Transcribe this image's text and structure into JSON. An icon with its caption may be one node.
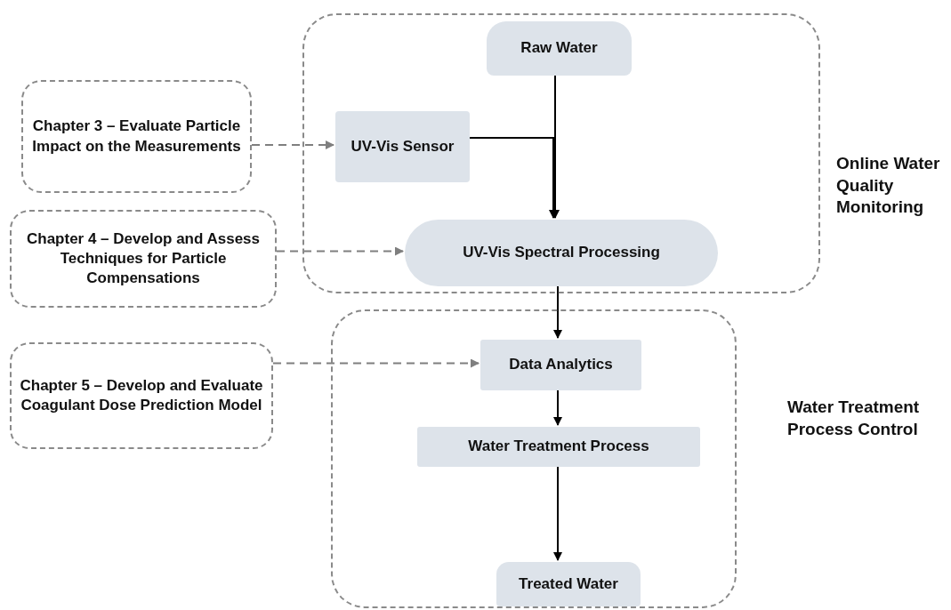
{
  "diagram": {
    "nodes": [
      {
        "text": [
          "Online Water Quality Monitoring"
        ]
      },
      {
        "text": [
          "Raw Water"
        ],
        "in": 0
      },
      {
        "text": [
          "UV-Vis Sensor"
        ],
        "in": 0
      },
      {
        "text": [
          "UV-Vis Spectral Processing"
        ],
        "in": 0
      },
      {
        "text": [
          "Water Treatment Process Control"
        ]
      },
      {
        "text": [
          "Data Analytics"
        ],
        "in": 4
      },
      {
        "text": [
          "Water Treatment Process"
        ],
        "in": 4
      },
      {
        "text": [
          "Treated Water"
        ],
        "in": 4
      },
      {
        "text": [
          "Chapter 3 – Evaluate Particle Impact on the Measurements"
        ]
      },
      {
        "text": [
          "Chapter 4 – Develop and Assess Techniques for Particle Compensations"
        ]
      },
      {
        "text": [
          "Chapter 5 – Develop and Evaluate Coagulant Dose Prediction Model"
        ]
      }
    ],
    "edges": [
      {
        "from": 1,
        "to": 3,
        "arrow": "to"
      },
      {
        "from": 2,
        "to": 3,
        "arrow": "to"
      },
      {
        "from": 3,
        "to": 5,
        "arrow": "to"
      },
      {
        "from": 5,
        "to": 6,
        "arrow": "to"
      },
      {
        "from": 6,
        "to": 7,
        "arrow": "to"
      },
      {
        "from": 8,
        "to": 2,
        "arrow": "to",
        "style": "dashed",
        "color": "#7f7f7f"
      },
      {
        "from": 9,
        "to": 3,
        "arrow": "to",
        "style": "dashed",
        "color": "#7f7f7f"
      },
      {
        "from": 10,
        "to": 5,
        "arrow": "to",
        "style": "dashed",
        "color": "#7f7f7f"
      }
    ]
  }
}
